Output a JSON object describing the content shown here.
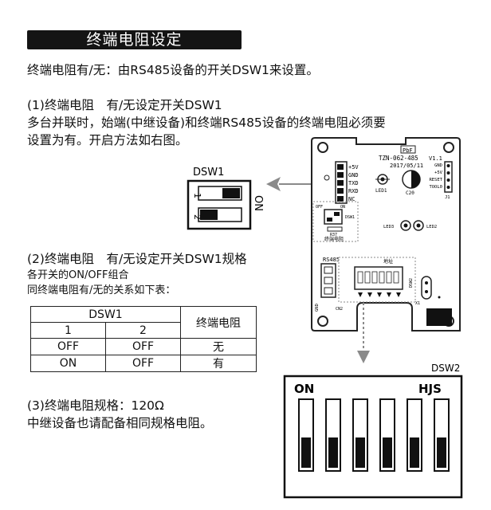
{
  "header": {
    "title": "终端电阻设定"
  },
  "intro": "终端电阻有/无：由RS485设备的开关DSW1来设置。",
  "section1": {
    "heading": "(1)终端电阻　有/无设定开关DSW1",
    "line1": "多台并联时，始端(中继设备)和终端RS485设备的终端电阻必须要",
    "line2": "设置为有。开启方法如右图。"
  },
  "section2": {
    "heading": "(2)终端电阻　有/无设定开关DSW1规格",
    "line1": "各开关的ON/OFF组合",
    "line2": "同终端电阻有/无的关系如下表：",
    "table": {
      "group_header": "DSW1",
      "col1": "1",
      "col2": "2",
      "result_header": "终端电阻",
      "rows": [
        {
          "s1": "OFF",
          "s2": "OFF",
          "result": "无"
        },
        {
          "s1": "ON",
          "s2": "OFF",
          "result": "有"
        }
      ]
    }
  },
  "section3": {
    "heading": "(3)终端电阻规格：120Ω",
    "line1": "中继设备也请配备相同规格电阻。"
  },
  "dsw1_figure": {
    "title": "DSW1",
    "pos1": "1",
    "pos2": "2",
    "on": "ON"
  },
  "dsw2_figure": {
    "title": "DSW2",
    "on": "ON",
    "brand": "HJS",
    "switch_count": 6
  },
  "board": {
    "brand": "PbF",
    "model": "TZN-062-485",
    "version": "V1.1",
    "date": "2017/05/11",
    "left_pins": [
      "+5V",
      "GND",
      "TXD",
      "RXD",
      "NC"
    ],
    "led1": "LED1",
    "c20": "C20",
    "right_pins": [
      "GND",
      "+5V",
      "RESET",
      "TOOL0"
    ],
    "j1": "J1",
    "off_label": "OFF",
    "on_label": "ON",
    "dsw1": "DSW1",
    "r37": "R37",
    "term_label": "终端电阻",
    "led3": "LED3",
    "led2": "LED2",
    "rs485": "RS485",
    "addr_label": "地址",
    "dsw2": "DSW2",
    "gnd": "GND",
    "cn2": "CN2",
    "x1": "X1"
  },
  "colors": {
    "title_bg": "#141414",
    "arrow": "#8a8a8a",
    "board_line": "#222222"
  }
}
